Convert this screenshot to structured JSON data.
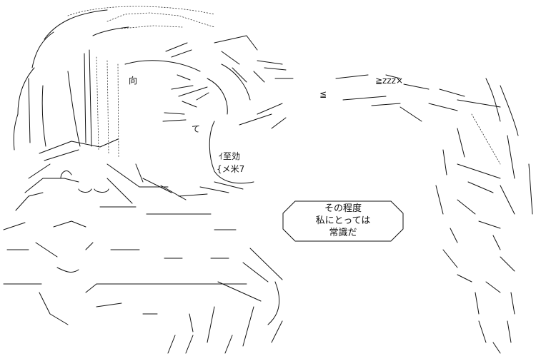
{
  "speech_bubble": {
    "lines": [
      "その程度",
      "私にとっては",
      "常識だ"
    ]
  },
  "art_glyphs": {
    "snore": "≧zzz×",
    "kanji_face": "向",
    "kanji_effect": "ｲ至効",
    "kanji_rice": "{メ米7",
    "sparkle": "≦",
    "te": "て"
  },
  "colors": {
    "ink": "#111111",
    "paper": "#ffffff"
  }
}
